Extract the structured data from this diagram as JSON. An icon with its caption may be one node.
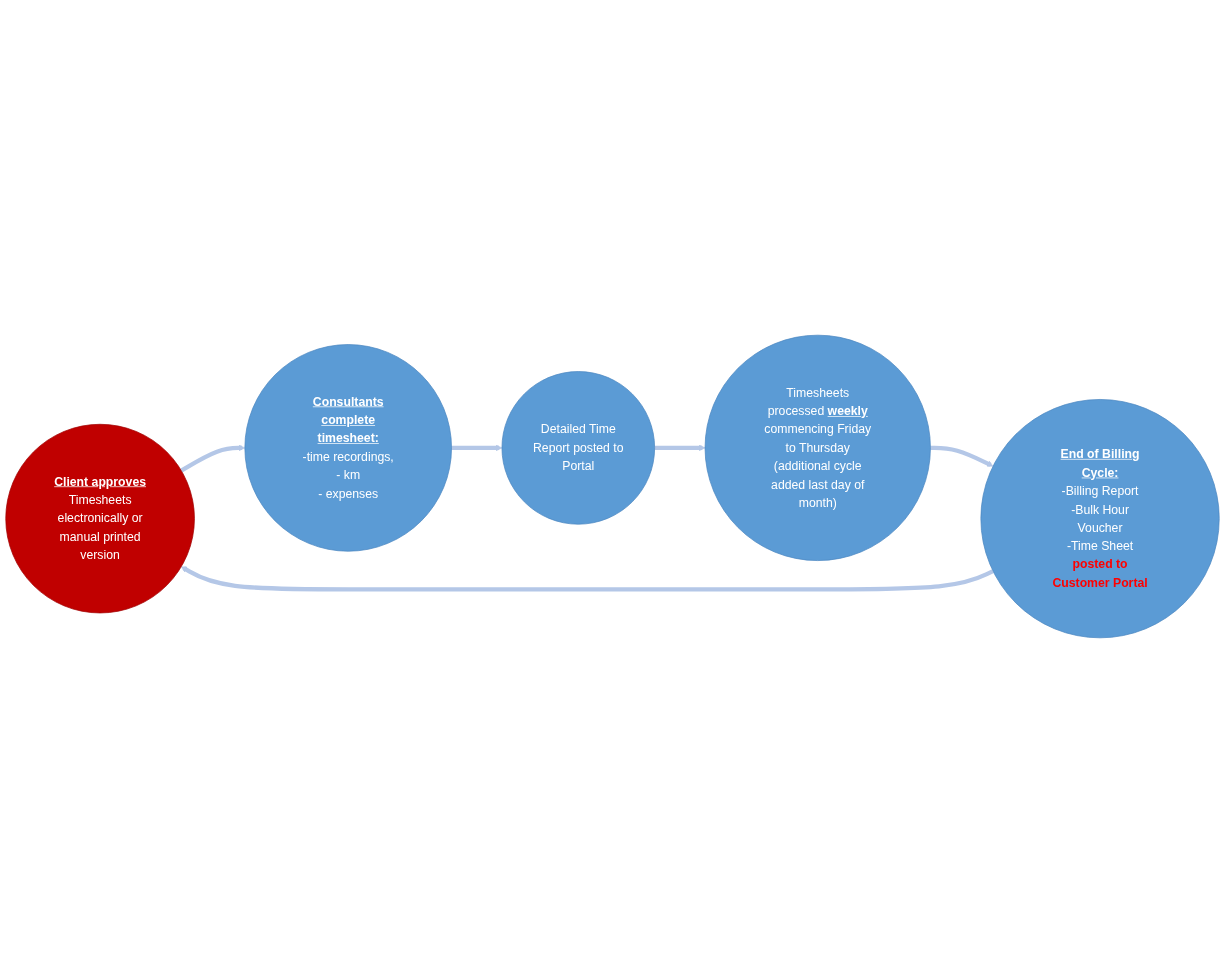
{
  "diagram": {
    "nodes": [
      {
        "text": [
          "Client approves",
          "Timesheets electronically or manual printed version"
        ]
      },
      {
        "text": [
          "Consultants complete timesheet:",
          "-time recordings,",
          "- km",
          "- expenses"
        ]
      },
      {
        "text": [
          "Detailed Time Report posted to Portal"
        ]
      },
      {
        "text": [
          "Timesheets processed **weekly** commencing Friday to Thursday (additional cycle added last day of month)"
        ]
      },
      {
        "text": [
          "End of Billing Cycle:",
          "-Billing Report",
          "-Bulk Hour Voucher",
          "-Time Sheet",
          "posted to Customer Portal"
        ]
      }
    ],
    "edges": [
      {
        "from": 0,
        "to": 1,
        "arrow": "to"
      },
      {
        "from": 1,
        "to": 2,
        "arrow": "to"
      },
      {
        "from": 2,
        "to": 3,
        "arrow": "to"
      },
      {
        "from": 3,
        "to": 4,
        "arrow": "to"
      },
      {
        "from": 4,
        "to": 0,
        "arrow": "to"
      }
    ]
  }
}
